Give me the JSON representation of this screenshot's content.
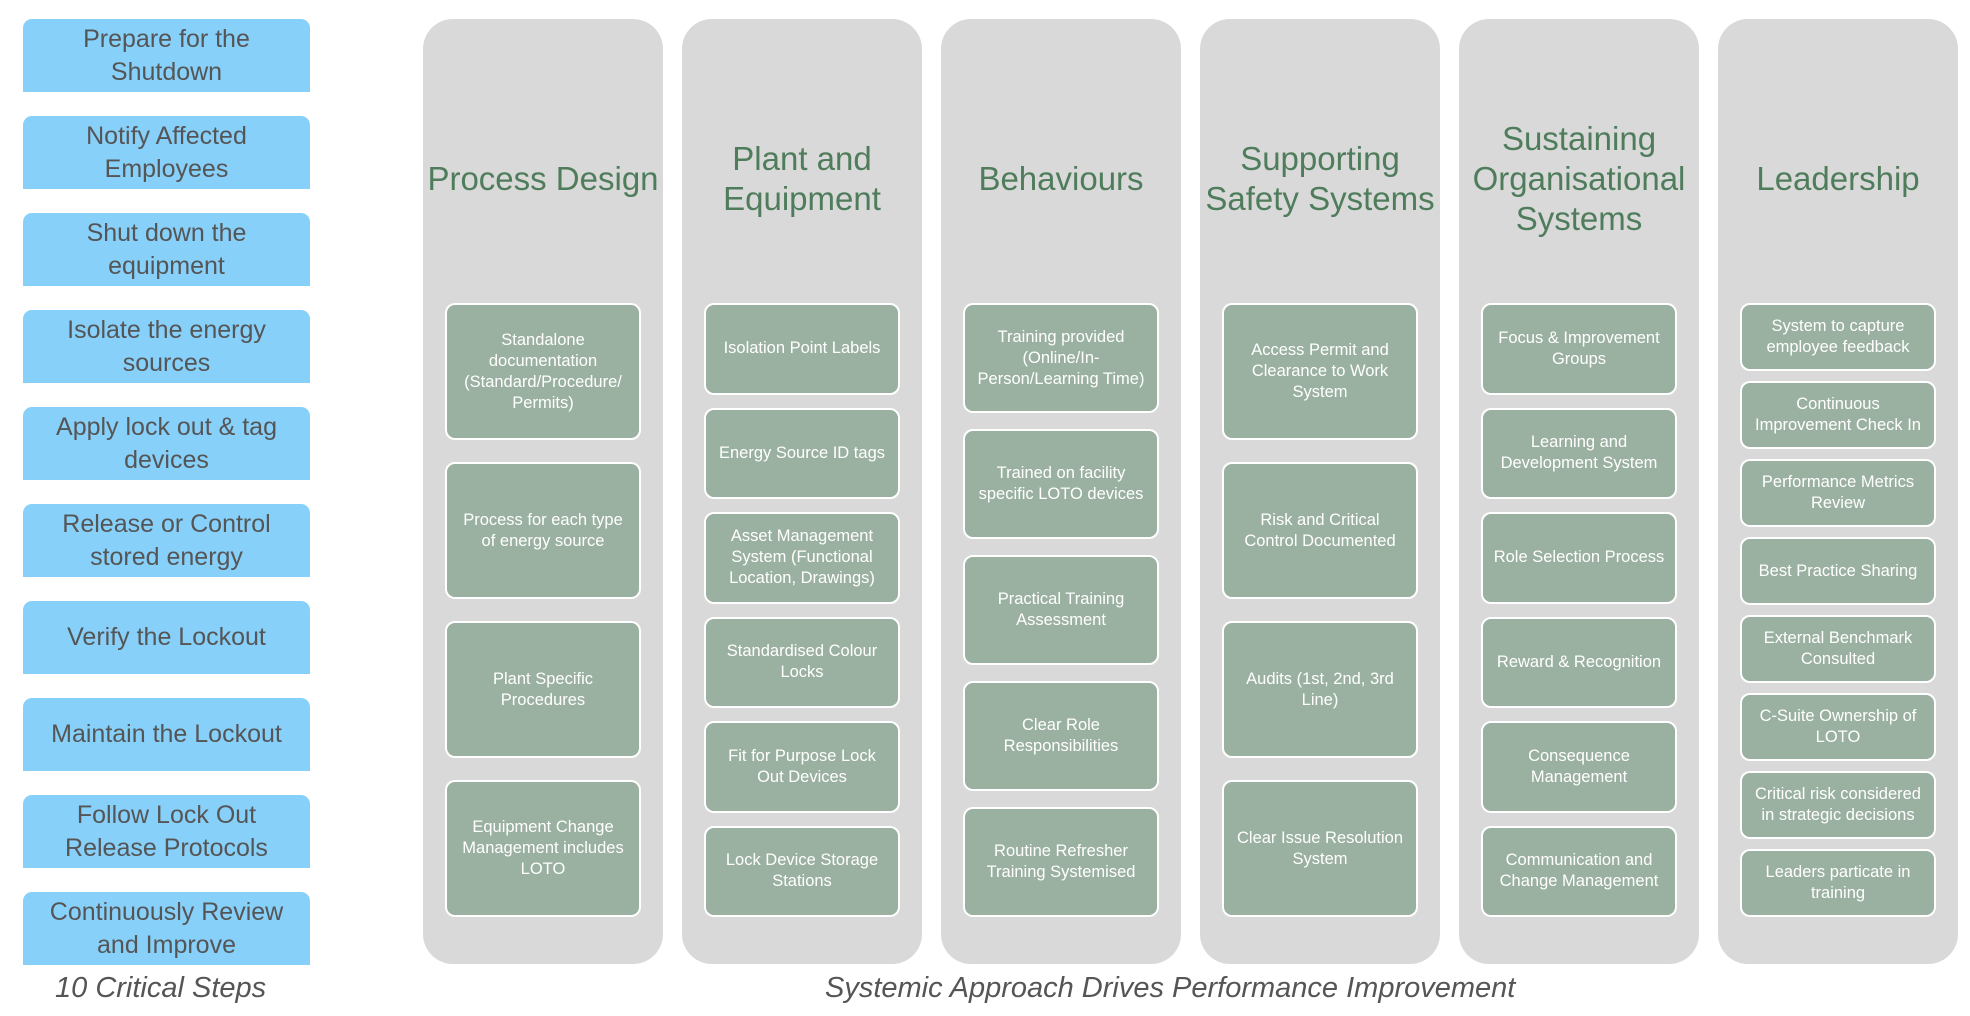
{
  "steps": [
    "Prepare for the Shutdown",
    "Notify Affected Employees",
    "Shut down the equipment",
    "Isolate the energy sources",
    "Apply lock out & tag devices",
    "Release or Control stored energy",
    "Verify the Lockout",
    "Maintain the Lockout",
    "Follow Lock Out Release Protocols",
    "Continuously Review and Improve"
  ],
  "steps_caption": "10 Critical Steps",
  "main_caption": "Systemic Approach Drives Performance Improvement",
  "columns": [
    {
      "title": "Process Design",
      "items": [
        "Standalone documentation (Standard/Procedure/ Permits)",
        "Process for each type of energy source",
        "Plant Specific Procedures",
        "Equipment Change Management includes LOTO"
      ]
    },
    {
      "title": "Plant and Equipment",
      "items": [
        "Isolation Point Labels",
        "Energy Source ID tags",
        "Asset Management System (Functional Location, Drawings)",
        "Standardised Colour Locks",
        "Fit for Purpose Lock Out Devices",
        "Lock Device Storage Stations"
      ]
    },
    {
      "title": "Behaviours",
      "items": [
        "Training provided (Online/In-Person/Learning Time)",
        "Trained on facility specific LOTO devices",
        "Practical Training Assessment",
        "Clear Role Responsibilities",
        "Routine Refresher Training Systemised"
      ]
    },
    {
      "title": "Supporting Safety Systems",
      "items": [
        "Access Permit and Clearance to Work System",
        "Risk and Critical Control Documented",
        "Audits (1st, 2nd, 3rd Line)",
        "Clear Issue Resolution System"
      ]
    },
    {
      "title": "Sustaining Organisational Systems",
      "items": [
        "Focus & Improvement Groups",
        "Learning and Development System",
        "Role Selection Process",
        "Reward & Recognition",
        "Consequence Management",
        "Communication and Change Management"
      ]
    },
    {
      "title": "Leadership",
      "items": [
        "System to capture employee feedback",
        "Continuous Improvement Check In",
        "Performance Metrics Review",
        "Best Practice Sharing",
        "External Benchmark Consulted",
        "C-Suite Ownership of LOTO",
        "Critical risk considered in strategic decisions",
        "Leaders particate in training"
      ]
    }
  ]
}
